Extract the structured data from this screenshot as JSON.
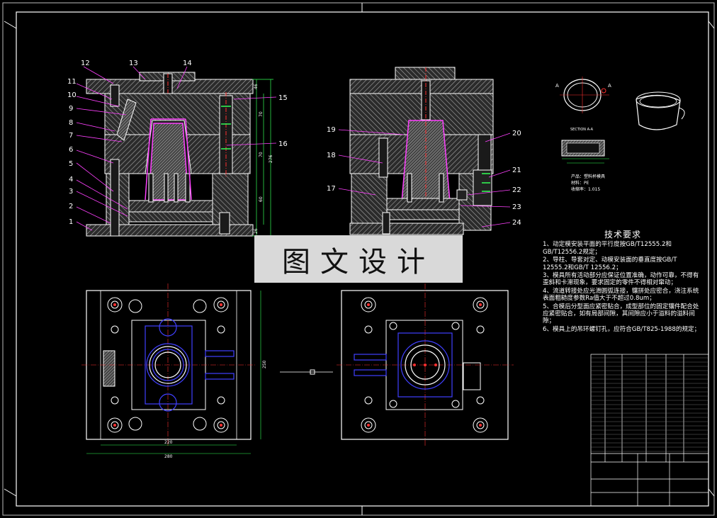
{
  "part_numbers_left": [
    "12",
    "13",
    "14",
    "11",
    "10",
    "9",
    "8",
    "7",
    "6",
    "5",
    "4",
    "3",
    "2",
    "1",
    "15",
    "16"
  ],
  "part_numbers_right": [
    "19",
    "18",
    "17",
    "20",
    "21",
    "22",
    "23",
    "24"
  ],
  "dims": {
    "d1": "276",
    "d2": "70",
    "d3": "70",
    "d4": "60",
    "d5": "46",
    "d6": "26",
    "w1": "220",
    "w2": "280",
    "h1": "250"
  },
  "section_label": "SECTION A-A",
  "part_info": [
    "产品：塑料杯模具",
    "材料：PE",
    "收缩率：1.015"
  ],
  "tech_requirements": {
    "title": "技术要求",
    "items": [
      "1、动定模安装平面的平行度按GB/T12555.2和GB/T12556.2规定；",
      "2、导柱、导套对定、动模安装面的垂直度按GB/T 12555.2和GB/T 12556.2；",
      "3、模具所有活动部分应保证位置准确，动作可靠，不得有歪斜和卡滞现象，要求固定的零件不得相对窜动；",
      "4、流道转接处应光滑圆弧连接，镶拼处应密合，浇注系统表面粗糙度参数Ra值大于不超过0.8um；",
      "5、合模后分型面应紧密贴合，成型部位的固定镶件配合处应紧密贴合，如有局部间隙，其间隙应小于溢料的溢料间隙；",
      "6、模具上的吊环螺钉孔，应符合GB/T825-1988的规定；"
    ]
  },
  "watermark": "图文设计",
  "colors": {
    "background": "#000000",
    "frame": "#ffffff",
    "section": "#ffffff",
    "hatch": "#9a9a9a",
    "leader": "#ff40ff",
    "dimension": "#33ff55",
    "center": "#ff3030",
    "hidden": "#4040ff",
    "watermark_bg": "#d9d9d9"
  }
}
